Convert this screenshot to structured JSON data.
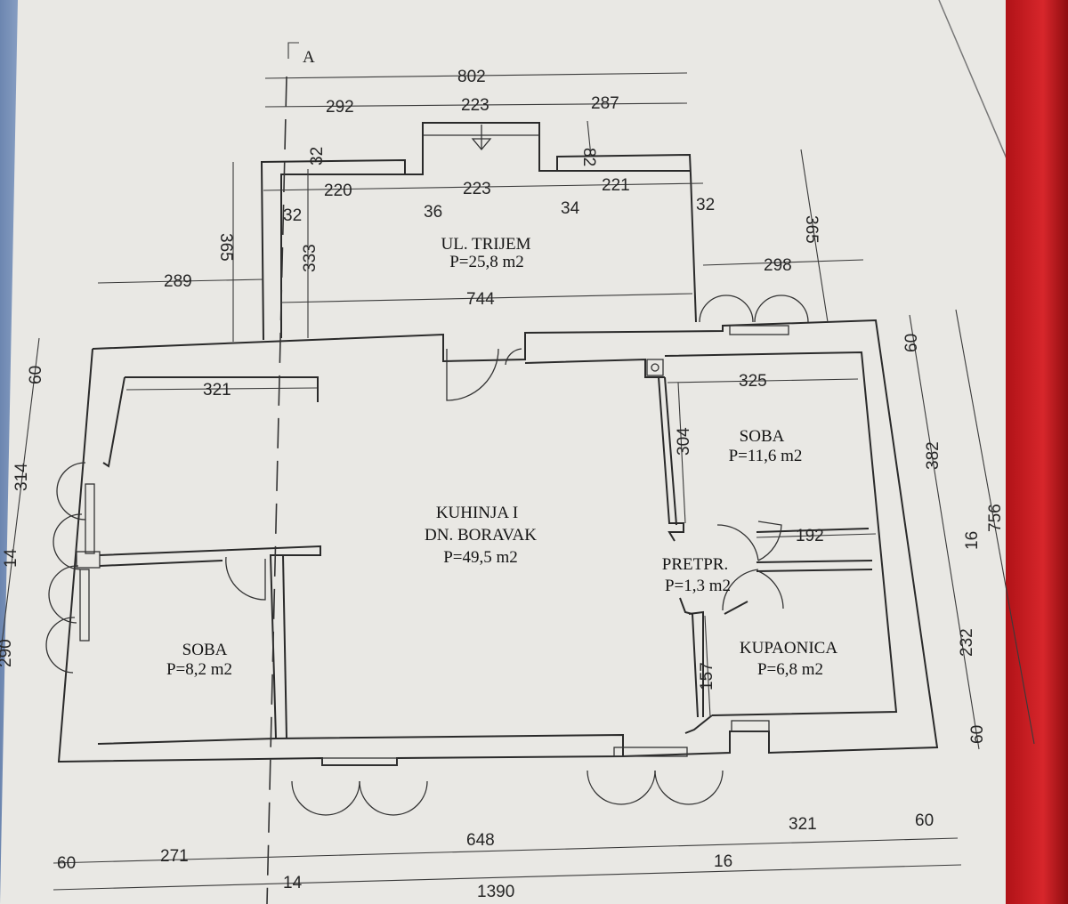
{
  "section_marker": "A",
  "rooms": {
    "porch": {
      "name": "UL. TRIJEM",
      "area": "P=25,8 m2"
    },
    "kitchen": {
      "name_line1": "KUHINJA I",
      "name_line2": "DN. BORAVAK",
      "area": "P=49,5 m2"
    },
    "room_right": {
      "name": "SOBA",
      "area": "P=11,6 m2"
    },
    "room_left": {
      "name": "SOBA",
      "area": "P=8,2 m2"
    },
    "hall": {
      "name": "PRETPR.",
      "area": "P=1,3 m2"
    },
    "bathroom": {
      "name": "KUPAONICA",
      "area": "P=6,8 m2"
    }
  },
  "dimensions": {
    "top_total": "802",
    "top_a": "292",
    "top_b": "223",
    "top_c": "287",
    "porch_a": "220",
    "porch_b": "223",
    "porch_c": "221",
    "porch_inner": "744",
    "step_82": "82",
    "wall_32_a": "32",
    "wall_32_b": "32",
    "wall_32_c": "32",
    "pillar_36": "36",
    "pillar_34": "34",
    "left_289": "289",
    "left_365": "365",
    "left_333": "333",
    "right_298": "298",
    "right_365": "365",
    "room_321": "321",
    "room_325": "325",
    "room_304": "304",
    "room_192": "192",
    "room_157": "157",
    "right_60_top": "60",
    "right_382": "382",
    "right_16": "16",
    "right_232": "232",
    "right_60_bottom": "60",
    "right_756": "756",
    "left_60": "60",
    "left_314": "314",
    "left_14": "14",
    "left_290": "290",
    "bottom_60_left": "60",
    "bottom_271": "271",
    "bottom_648": "648",
    "bottom_321": "321",
    "bottom_60_right": "60",
    "bottom_16": "16",
    "bottom_14": "14",
    "bottom_total": "1390"
  }
}
